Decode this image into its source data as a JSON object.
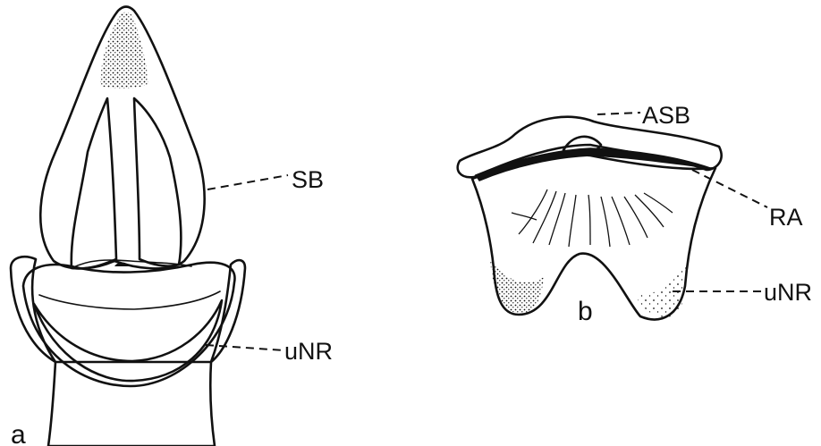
{
  "figure_a": {
    "panel_label": "a",
    "labels": {
      "sb": "SB",
      "unr": "uNR"
    }
  },
  "figure_b": {
    "panel_label": "b",
    "labels": {
      "asb": "ASB",
      "ra": "RA",
      "unr": "uNR"
    }
  }
}
